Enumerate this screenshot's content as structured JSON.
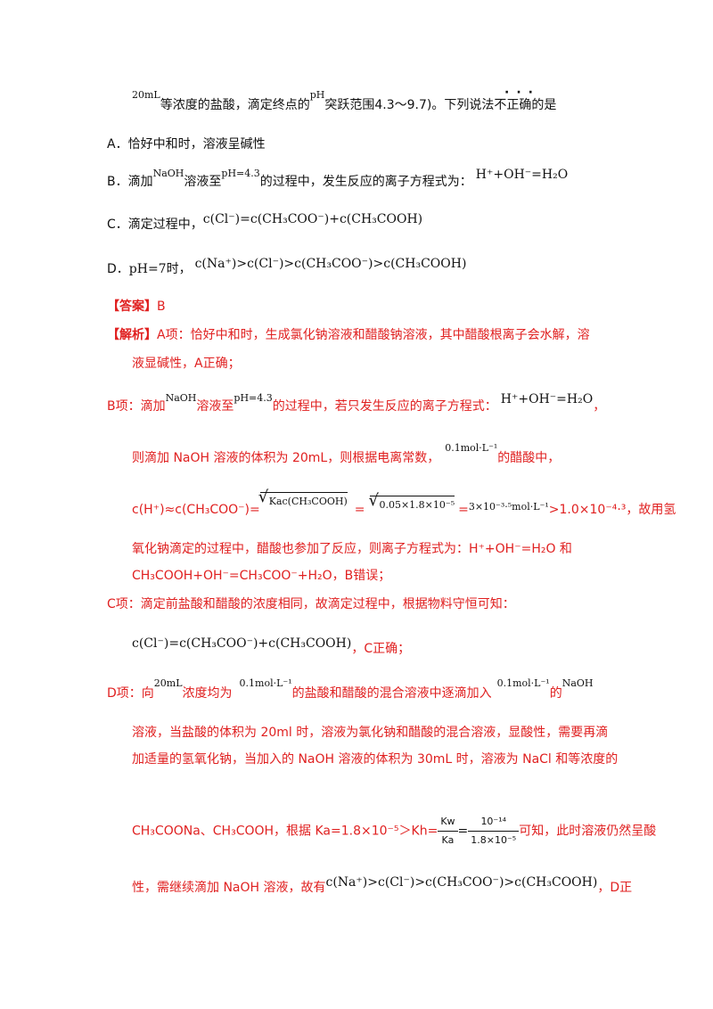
{
  "question": {
    "intro_vol": "20mL",
    "intro_text": "等浓度的盐酸，滴定终点的",
    "intro_ph": "pH",
    "intro_rest": "突跃范围4.3～9.7)。下列说法",
    "intro_not": "不正确",
    "intro_end": "的是",
    "option_a": "A．恰好中和时，溶液呈碱性",
    "option_b_label": "B．滴加",
    "option_b_naoh": "NaOH",
    "option_b_text1": "溶液至",
    "option_b_ph": "pH=4.3",
    "option_b_text2": "的过程中，发生反应的离子方程式为：",
    "option_b_eq": "H⁺+OH⁻=H₂O",
    "option_c_label": "C．滴定过程中，",
    "option_c_eq": "c(Cl⁻)=c(CH₃COO⁻)+c(CH₃COOH)",
    "option_d_label": "D．",
    "option_d_ph": "pH=7",
    "option_d_text": "时，",
    "option_d_eq": "c(Na⁺)>c(Cl⁻)>c(CH₃COO⁻)>c(CH₃COOH)"
  },
  "answer": {
    "label": "【答案】",
    "value": "B"
  },
  "analysis": {
    "label": "【解析】",
    "a_line1": "A项：恰好中和时，生成氯化钠溶液和醋酸钠溶液，其中醋酸根离子会水解，溶",
    "a_line2": "液显碱性，A正确；",
    "b_line1_a": "B项：滴加",
    "b_naoh": "NaOH",
    "b_line1_b": "溶液至",
    "b_ph": "pH=4.3",
    "b_line1_c": "的过程中，若只发生反应的离子方程式：",
    "b_eq": "H⁺+OH⁻=H₂O",
    "b_comma": "，",
    "b_line2_a": "则滴加 NaOH 溶液的体积为 20mL，则根据电离常数，",
    "b_conc": "0.1mol·L⁻¹",
    "b_line2_b": "的醋酸中，",
    "b_line3_a": "c(H⁺)≈c(CH₃COO⁻)=",
    "b_sqrt1": "Kac(CH₃COOH)",
    "b_eq2": "=",
    "b_sqrt2": "0.05×1.8×10⁻⁵",
    "b_eq3": "=",
    "b_val": "3×10⁻³·⁵mol·L⁻¹",
    "b_line3_b": ">1.0×10⁻⁴·³，故用氢",
    "b_line4": "氧化钠滴定的过程中，醋酸也参加了反应，则离子方程式为：H⁺+OH⁻=H₂O 和",
    "b_line5": "CH₃COOH+OH⁻=CH₃COO⁻+H₂O，B错误；",
    "c_line1": "C项：滴定前盐酸和醋酸的浓度相同，故滴定过程中，根据物料守恒可知：",
    "c_eq": "c(Cl⁻)=c(CH₃COO⁻)+c(CH₃COOH)",
    "c_end": "，C正确；",
    "d_line1_a": "D项：向",
    "d_vol": "20mL",
    "d_line1_b": "浓度均为",
    "d_conc1": "0.1mol·L⁻¹",
    "d_line1_c": "的盐酸和醋酸的混合溶液中逐滴加入",
    "d_conc2": "0.1mol·L⁻¹",
    "d_line1_d": "的",
    "d_naoh": "NaOH",
    "d_line2": "溶液，当盐酸的体积为 20ml 时，溶液为氯化钠和醋酸的混合溶液，显酸性，需要再滴",
    "d_line3": "加适量的氢氧化钠，当加入的 NaOH 溶液的体积为 30mL 时，溶液为 NaCl 和等浓度的",
    "d_line4_a": "CH₃COONa、CH₃COOH，根据 Ka=1.8×10⁻⁵＞Kh=",
    "d_frac1_num": "Kw",
    "d_frac1_den": "Ka",
    "d_frac_eq": "=",
    "d_frac2_num": "10⁻¹⁴",
    "d_frac2_den": "1.8×10⁻⁵",
    "d_line4_b": "可知，此时溶液仍然呈酸",
    "d_line5_a": "性，需继续滴加 NaOH 溶液，故有",
    "d_eq": "c(Na⁺)>c(Cl⁻)>c(CH₃COO⁻)>c(CH₃COOH)",
    "d_line5_b": "，D正"
  }
}
